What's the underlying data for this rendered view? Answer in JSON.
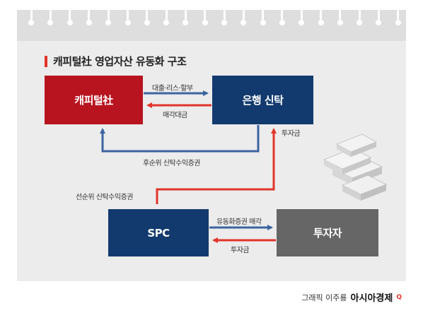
{
  "title": "캐피털社 영업자산 유동화 구조",
  "nodes": {
    "capital": "캐피털社",
    "bank": "은행 신탁",
    "spc": "SPC",
    "investor": "투자자"
  },
  "edges": {
    "capital_to_bank": "대출·리스·할부",
    "bank_to_capital": "매각대금",
    "bank_to_capital_subordinate": "후순위 신탁수익증권",
    "spc_to_bank": "투자금",
    "bank_to_spc": "선순위 신탁수익증권",
    "spc_to_investor": "유동화증권 매각",
    "investor_to_spc": "투자금"
  },
  "credit": {
    "byline": "그래픽 이주룡",
    "brand": "아시아경제",
    "mark": "Q"
  },
  "colors": {
    "red": "#b8141f",
    "navy": "#123a6e",
    "gray": "#666666",
    "arrow_red": "#e2342b",
    "arrow_blue": "#3c64a0"
  }
}
